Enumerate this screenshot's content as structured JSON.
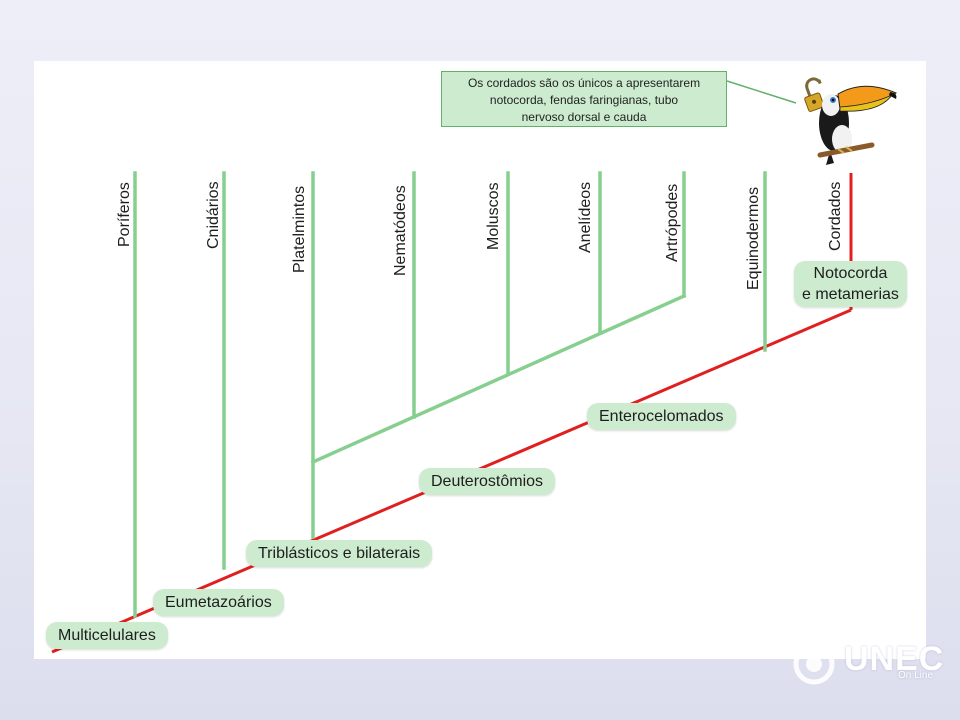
{
  "colors": {
    "main_line": "#e02020",
    "branch_line": "#86cf8f",
    "label_bg": "#cdeccf"
  },
  "callout_lines": [
    "Os cordados são os únicos a apresentarem",
    "notocorda, fendas faringianas, tubo",
    "nervoso dorsal e cauda"
  ],
  "nodes": {
    "multicelulares": "Multicelulares",
    "eumetazoarios": "Eumetazoários",
    "triblasticos": "Triblásticos e bilaterais",
    "deuterostomios": "Deuterostômios",
    "enterocelomados": "Enterocelomados",
    "notocorda_line1": "Notocorda",
    "notocorda_line2": "e metamerias"
  },
  "taxa": {
    "poriferos": "Poríferos",
    "cnidarios": "Cnidários",
    "platelmintos": "Platelmintos",
    "nematodeos": "Nematódeos",
    "moluscos": "Moluscos",
    "anelideos": "Anelídeos",
    "artropodes": "Artrópodes",
    "equinodermos": "Equinodermos",
    "cordados": "Cordados"
  },
  "icons": {
    "padlock": "open-padlock-icon",
    "toucan": "toucan-icon"
  },
  "logo": {
    "main": "UNEC",
    "sub": "On Line"
  }
}
